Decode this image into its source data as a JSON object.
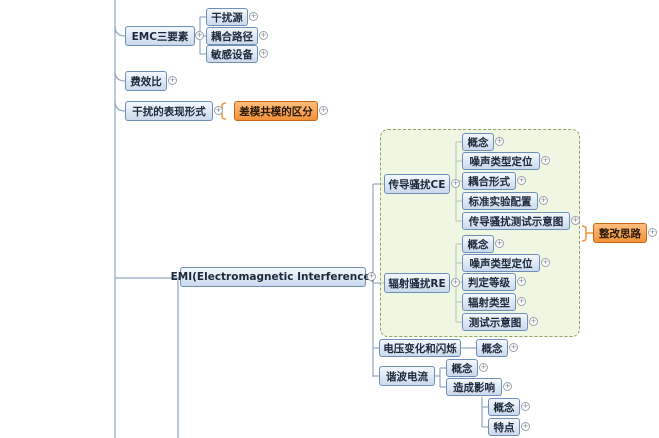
{
  "nodes": {
    "emc": "EMC三要素",
    "interference_source": "干扰源",
    "coupling_path": "耦合路径",
    "sensitive_device": "敏感设备",
    "cost_ratio": "费效比",
    "interference_forms": "干扰的表现形式",
    "diff_common_mode": "差模共模的区分",
    "emi": "EMI(Electromagnetic Interference)",
    "ce": "传导骚扰CE",
    "ce_concept": "概念",
    "ce_noise_type": "噪声类型定位",
    "ce_coupling_form": "耦合形式",
    "ce_standard_setup": "标准实验配置",
    "ce_test_diagram": "传导骚扰测试示意图",
    "rectify_ideas": "整改思路",
    "re": "辐射骚扰RE",
    "re_concept": "概念",
    "re_noise_type": "噪声类型定位",
    "re_grade": "判定等级",
    "re_type": "辐射类型",
    "re_test_diagram": "测试示意图",
    "voltage_flicker": "电压变化和闪烁",
    "vf_concept": "概念",
    "harmonic_current": "谐波电流",
    "hc_concept": "概念",
    "hc_impact": "造成影响",
    "sub_concept": "概念",
    "sub_features": "特点"
  },
  "expander_symbol": "+",
  "colors": {
    "line": "#8fa7c3",
    "node_border": "#6f90b6",
    "orange": "#f2923a",
    "boundary": "#8ea566"
  }
}
